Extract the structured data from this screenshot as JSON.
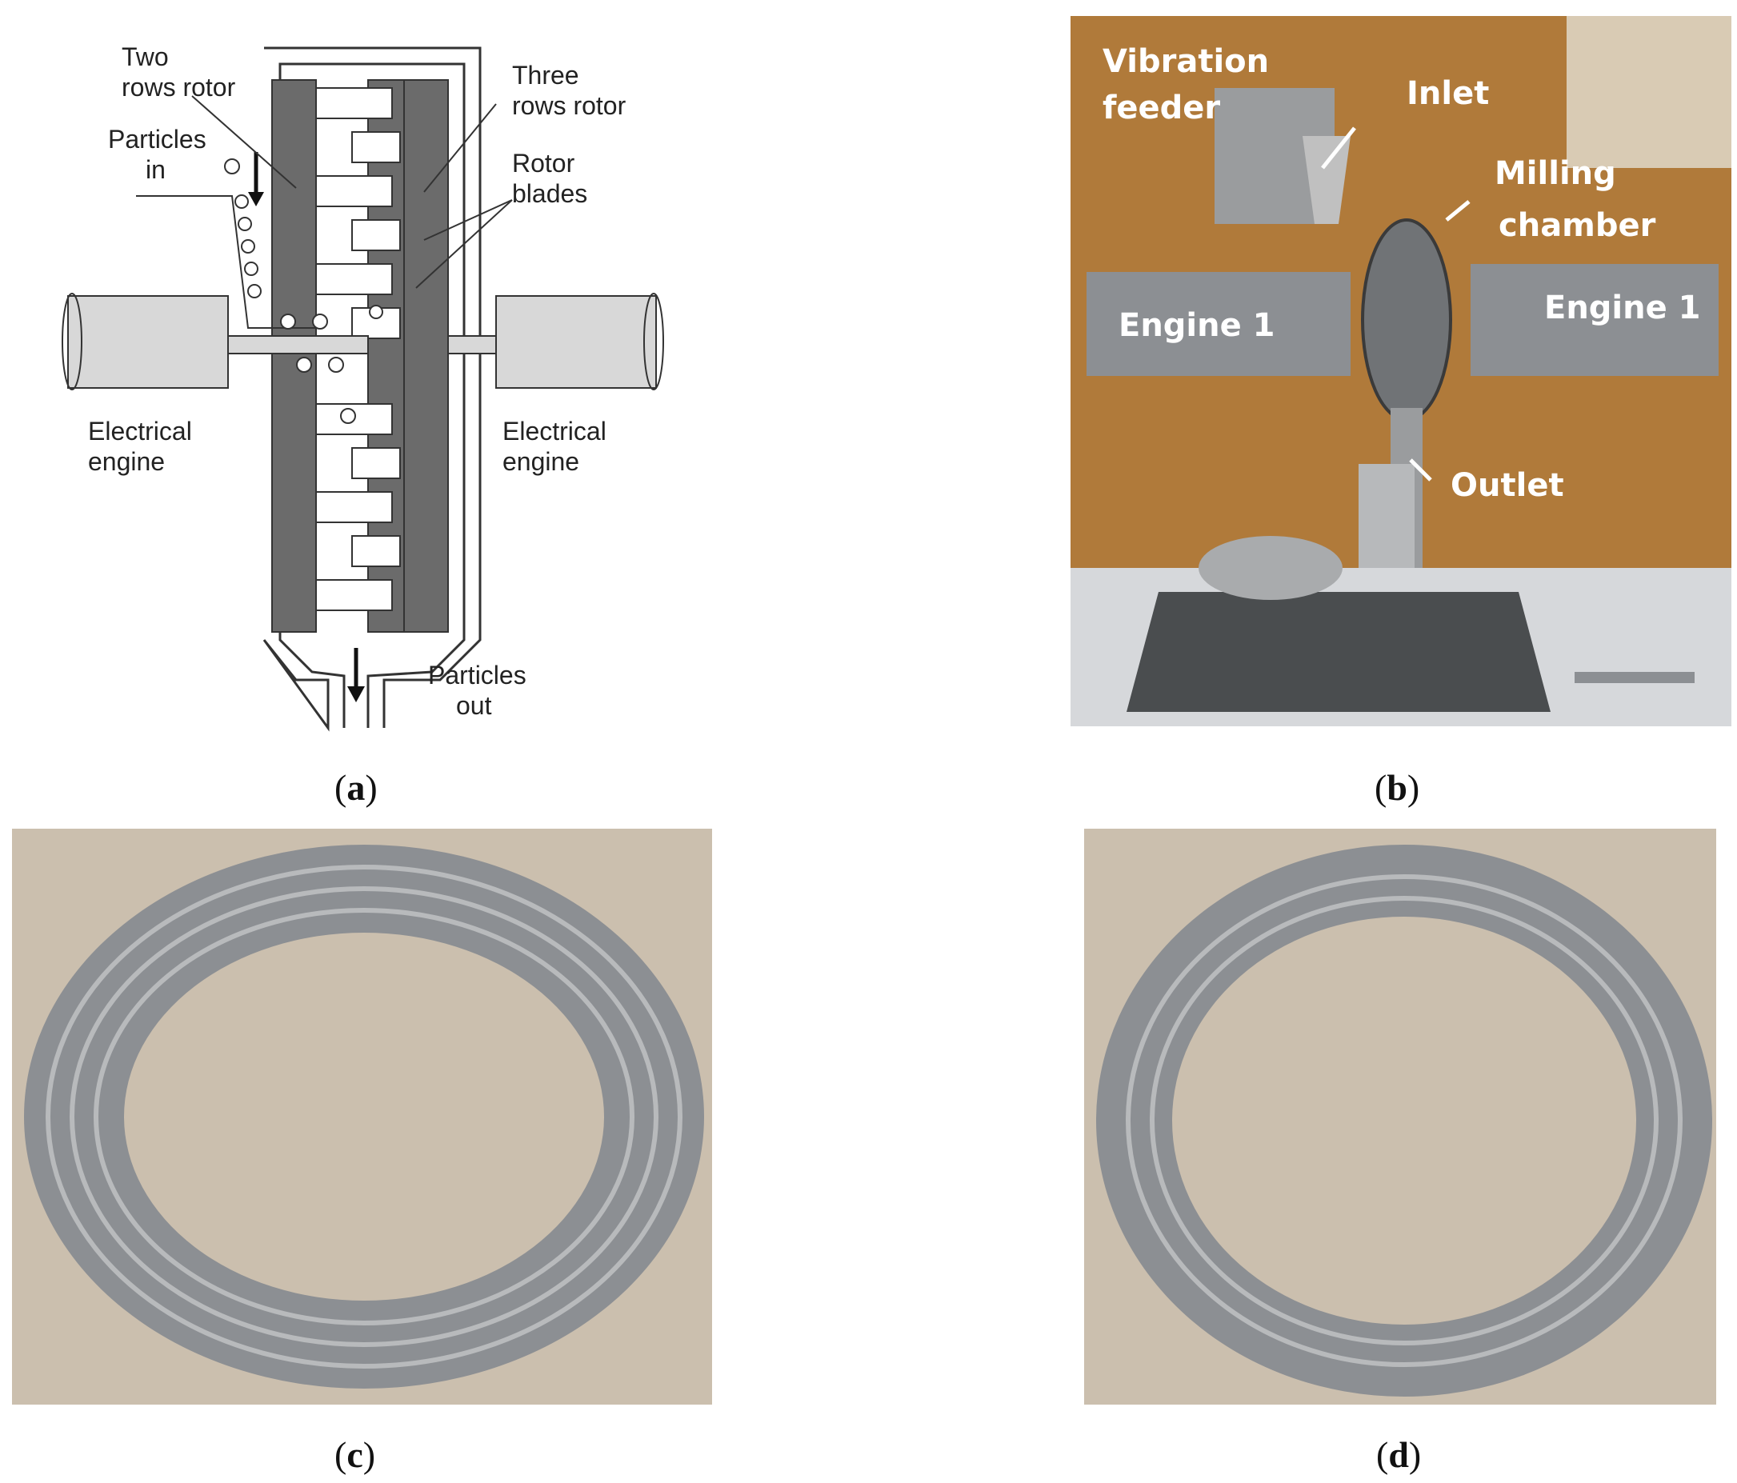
{
  "panels": {
    "a": {
      "caption_letter": "a",
      "labels": {
        "two_rows_rotor_1": "Two",
        "two_rows_rotor_2": "rows rotor",
        "three_rows_rotor_1": "Three",
        "three_rows_rotor_2": "rows rotor",
        "particles_in_1": "Particles",
        "particles_in_2": "in",
        "rotor_blades_1": "Rotor",
        "rotor_blades_2": "blades",
        "electrical_engine_left_1": "Electrical",
        "electrical_engine_left_2": "engine",
        "electrical_engine_right_1": "Electrical",
        "electrical_engine_right_2": "engine",
        "particles_out_1": "Particles",
        "particles_out_2": "out"
      }
    },
    "b": {
      "caption_letter": "b",
      "labels": {
        "vibration_feeder_1": "Vibration",
        "vibration_feeder_2": "feeder",
        "inlet": "Inlet",
        "milling_chamber_1": "Milling",
        "milling_chamber_2": "chamber",
        "engine_left": "Engine 1",
        "engine_right": "Engine 1",
        "outlet": "Outlet"
      }
    },
    "c": {
      "caption_letter": "c"
    },
    "d": {
      "caption_letter": "d"
    }
  },
  "colors": {
    "rotor_dark": "#6b6b6b",
    "engine_gray": "#d8d8d8",
    "photo_wall": "#b07a3a",
    "cardboard": "#cbbfae",
    "metal": "#8c8f93"
  }
}
